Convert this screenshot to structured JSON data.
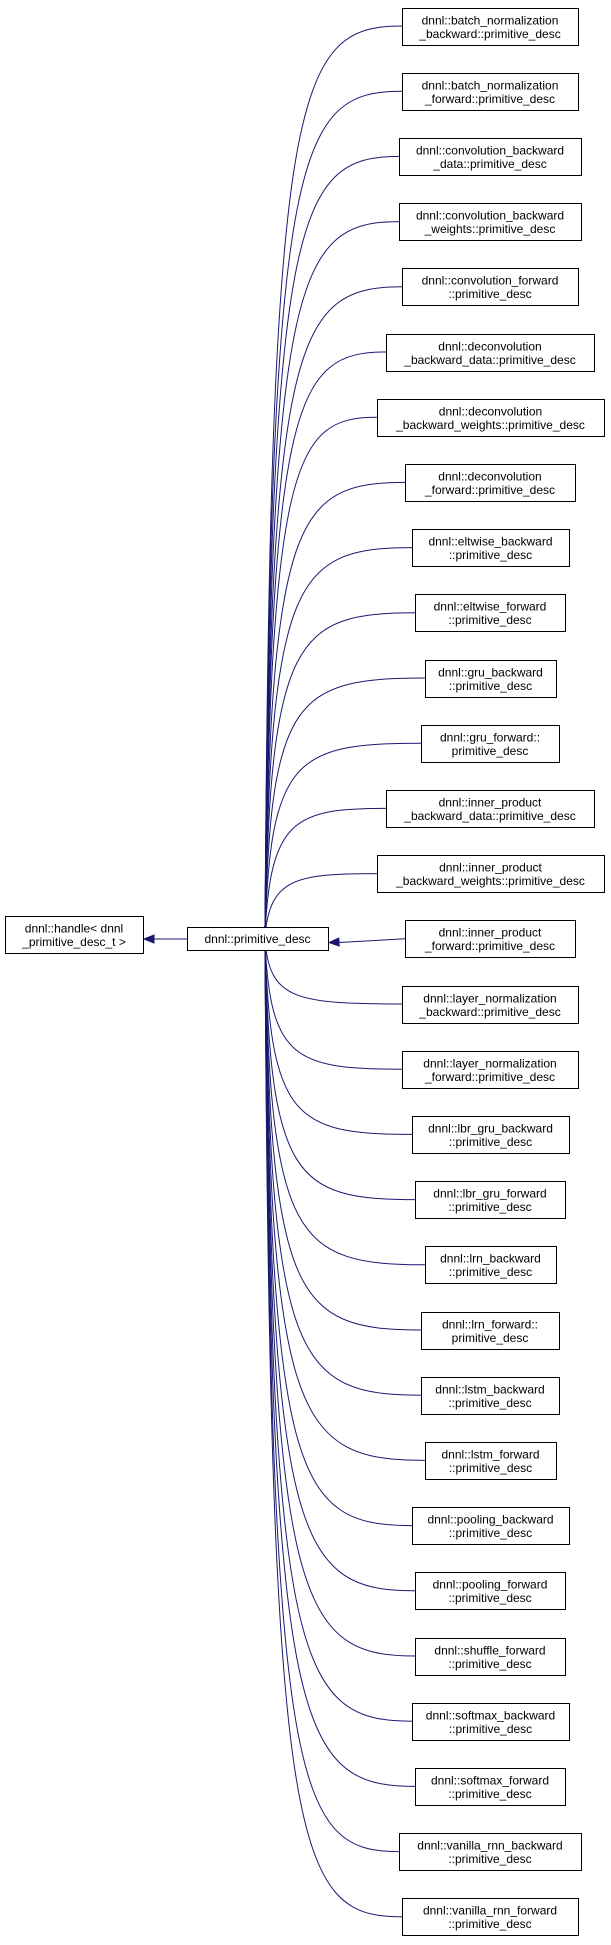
{
  "diagram": {
    "edge_color": "#191970",
    "base_class": {
      "lines": [
        "dnnl::handle< dnnl",
        "_primitive_desc_t >"
      ]
    },
    "center_class": {
      "lines": [
        "dnnl::primitive_desc"
      ]
    },
    "derived_classes": [
      {
        "lines": [
          "dnnl::batch_normalization",
          "_backward::primitive_desc"
        ]
      },
      {
        "lines": [
          "dnnl::batch_normalization",
          "_forward::primitive_desc"
        ]
      },
      {
        "lines": [
          "dnnl::convolution_backward",
          "_data::primitive_desc"
        ]
      },
      {
        "lines": [
          "dnnl::convolution_backward",
          "_weights::primitive_desc"
        ]
      },
      {
        "lines": [
          "dnnl::convolution_forward",
          "::primitive_desc"
        ]
      },
      {
        "lines": [
          "dnnl::deconvolution",
          "_backward_data::primitive_desc"
        ]
      },
      {
        "lines": [
          "dnnl::deconvolution",
          "_backward_weights::primitive_desc"
        ]
      },
      {
        "lines": [
          "dnnl::deconvolution",
          "_forward::primitive_desc"
        ]
      },
      {
        "lines": [
          "dnnl::eltwise_backward",
          "::primitive_desc"
        ]
      },
      {
        "lines": [
          "dnnl::eltwise_forward",
          "::primitive_desc"
        ]
      },
      {
        "lines": [
          "dnnl::gru_backward",
          "::primitive_desc"
        ]
      },
      {
        "lines": [
          "dnnl::gru_forward::",
          "primitive_desc"
        ]
      },
      {
        "lines": [
          "dnnl::inner_product",
          "_backward_data::primitive_desc"
        ]
      },
      {
        "lines": [
          "dnnl::inner_product",
          "_backward_weights::primitive_desc"
        ]
      },
      {
        "lines": [
          "dnnl::inner_product",
          "_forward::primitive_desc"
        ]
      },
      {
        "lines": [
          "dnnl::layer_normalization",
          "_backward::primitive_desc"
        ]
      },
      {
        "lines": [
          "dnnl::layer_normalization",
          "_forward::primitive_desc"
        ]
      },
      {
        "lines": [
          "dnnl::lbr_gru_backward",
          "::primitive_desc"
        ]
      },
      {
        "lines": [
          "dnnl::lbr_gru_forward",
          "::primitive_desc"
        ]
      },
      {
        "lines": [
          "dnnl::lrn_backward",
          "::primitive_desc"
        ]
      },
      {
        "lines": [
          "dnnl::lrn_forward::",
          "primitive_desc"
        ]
      },
      {
        "lines": [
          "dnnl::lstm_backward",
          "::primitive_desc"
        ]
      },
      {
        "lines": [
          "dnnl::lstm_forward",
          "::primitive_desc"
        ]
      },
      {
        "lines": [
          "dnnl::pooling_backward",
          "::primitive_desc"
        ]
      },
      {
        "lines": [
          "dnnl::pooling_forward",
          "::primitive_desc"
        ]
      },
      {
        "lines": [
          "dnnl::shuffle_forward",
          "::primitive_desc"
        ]
      },
      {
        "lines": [
          "dnnl::softmax_backward",
          "::primitive_desc"
        ]
      },
      {
        "lines": [
          "dnnl::softmax_forward",
          "::primitive_desc"
        ]
      },
      {
        "lines": [
          "dnnl::vanilla_rnn_backward",
          "::primitive_desc"
        ]
      },
      {
        "lines": [
          "dnnl::vanilla_rnn_forward",
          "::primitive_desc"
        ]
      }
    ]
  }
}
